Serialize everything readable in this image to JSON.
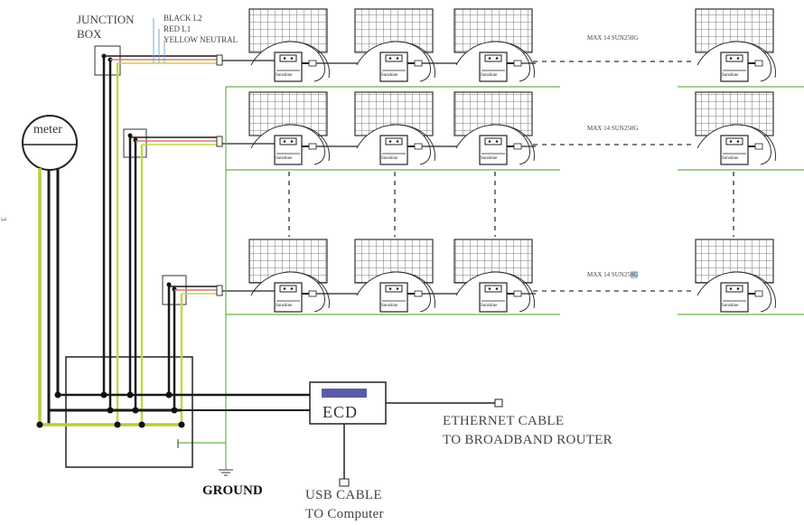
{
  "junction_box_label": [
    "JUNCTION",
    "BOX"
  ],
  "wires": {
    "black": "BLACK L2",
    "red": "RED L1",
    "yellow": "YELLOW NEUTRAL"
  },
  "meter_label": "meter",
  "page_number": "3",
  "ecd_label": "ECD",
  "ethernet_label": [
    "ETHERNET CABLE",
    "TO BROADBAND ROUTER"
  ],
  "usb_label": [
    "USB CABLE",
    "TO Computer"
  ],
  "ground_label": "GROUND",
  "inverter_brand": "Sunshine",
  "rows": [
    {
      "max_label": "MAX 14 SUN250G",
      "max_pre": "",
      "max_hl": ""
    },
    {
      "max_label": "MAX 14 SUN250G",
      "max_pre": "",
      "max_hl": ""
    },
    {
      "max_label": "",
      "max_pre": "MAX 14 SUN25",
      "max_hl": "0G"
    }
  ],
  "colors": {
    "black_wire": "#1a1a1a",
    "red_wire": "#e07a6a",
    "yellow_wire": "#c8d44a",
    "green_wire": "#6ab04c",
    "ground_yellow": "#b8cc3a",
    "ecd_display": "#5a5aa8"
  }
}
